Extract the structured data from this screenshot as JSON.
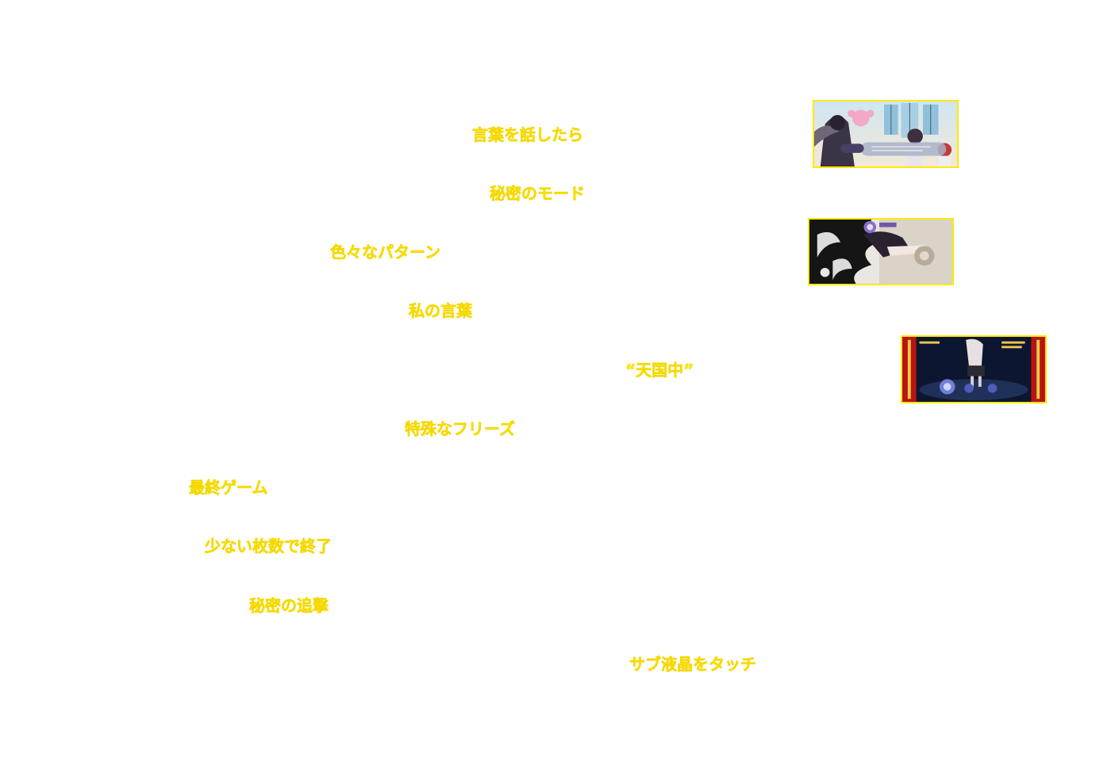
{
  "phrases": {
    "p1": "言葉を話したら",
    "p2": "秘密のモード",
    "p3": "色々なパターン",
    "p4": "私の言葉",
    "p5": "“天国中”",
    "p6": "特殊なフリーズ",
    "p7": "最終ゲーム",
    "p8": "少ない枚数で終了",
    "p9": "秘密の追撃",
    "p10": "サブ液晶をタッチ"
  },
  "colors": {
    "highlight_text": "#ffea00",
    "thumbnail_border": "#ffea00",
    "background": "#ffffff"
  },
  "thumbnails": [
    {
      "icon": "anime-scene-church-dialogue"
    },
    {
      "icon": "anime-scene-dark-wings"
    },
    {
      "icon": "anime-scene-game-status-screen"
    }
  ]
}
